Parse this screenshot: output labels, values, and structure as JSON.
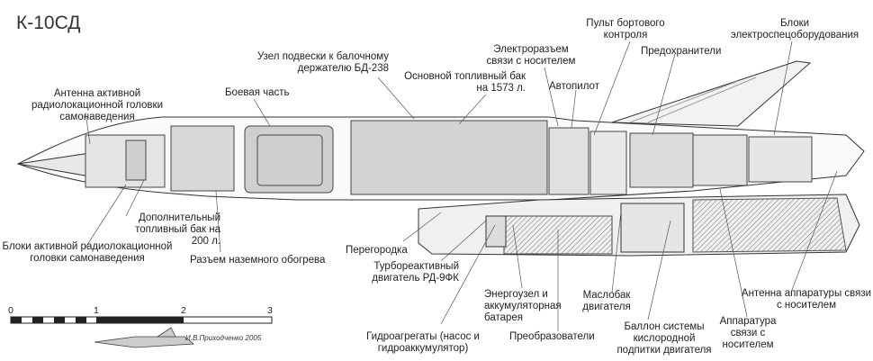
{
  "title": "К-10СД",
  "labels": {
    "antenna_active": "Антенна активной радиолокационной головки самонаведения",
    "warhead": "Боевая часть",
    "mount_node": "Узел подвески к балочному держателю БД-238",
    "main_tank": "Основной топливный бак на 1573 л.",
    "connector": "Электроразъем связи с носителем",
    "autopilot": "Автопилот",
    "control_panel": "Пульт бортового контроля",
    "fuses": "Предохранители",
    "electro_blocks": "Блоки электроспецоборудования",
    "extra_tank": "Дополнительный топливный бак на 200 л.",
    "radar_blocks": "Блоки активной радиолокационной головки самонаведения",
    "ground_heat": "Разъем наземного обогрева",
    "partition": "Перегородка",
    "engine": "Турбореактивный двигатель РД-9ФК",
    "energy_node": "Энергоузел и аккумуляторная батарея",
    "oil_tank": "Маслобак двигателя",
    "hydro": "Гидроагрегаты (насос и гидроаккумулятор)",
    "converters": "Преобразователи",
    "oxygen": "Баллон системы кислородной подпитки двигателя",
    "comm_antenna": "Антенна аппаратуры связи с носителем",
    "comm_equipment": "Аппаратура связи с носителем"
  },
  "scale": {
    "ticks": [
      "0",
      "1",
      "2",
      "3"
    ]
  },
  "credit": "И.В.Приходченко 2005"
}
